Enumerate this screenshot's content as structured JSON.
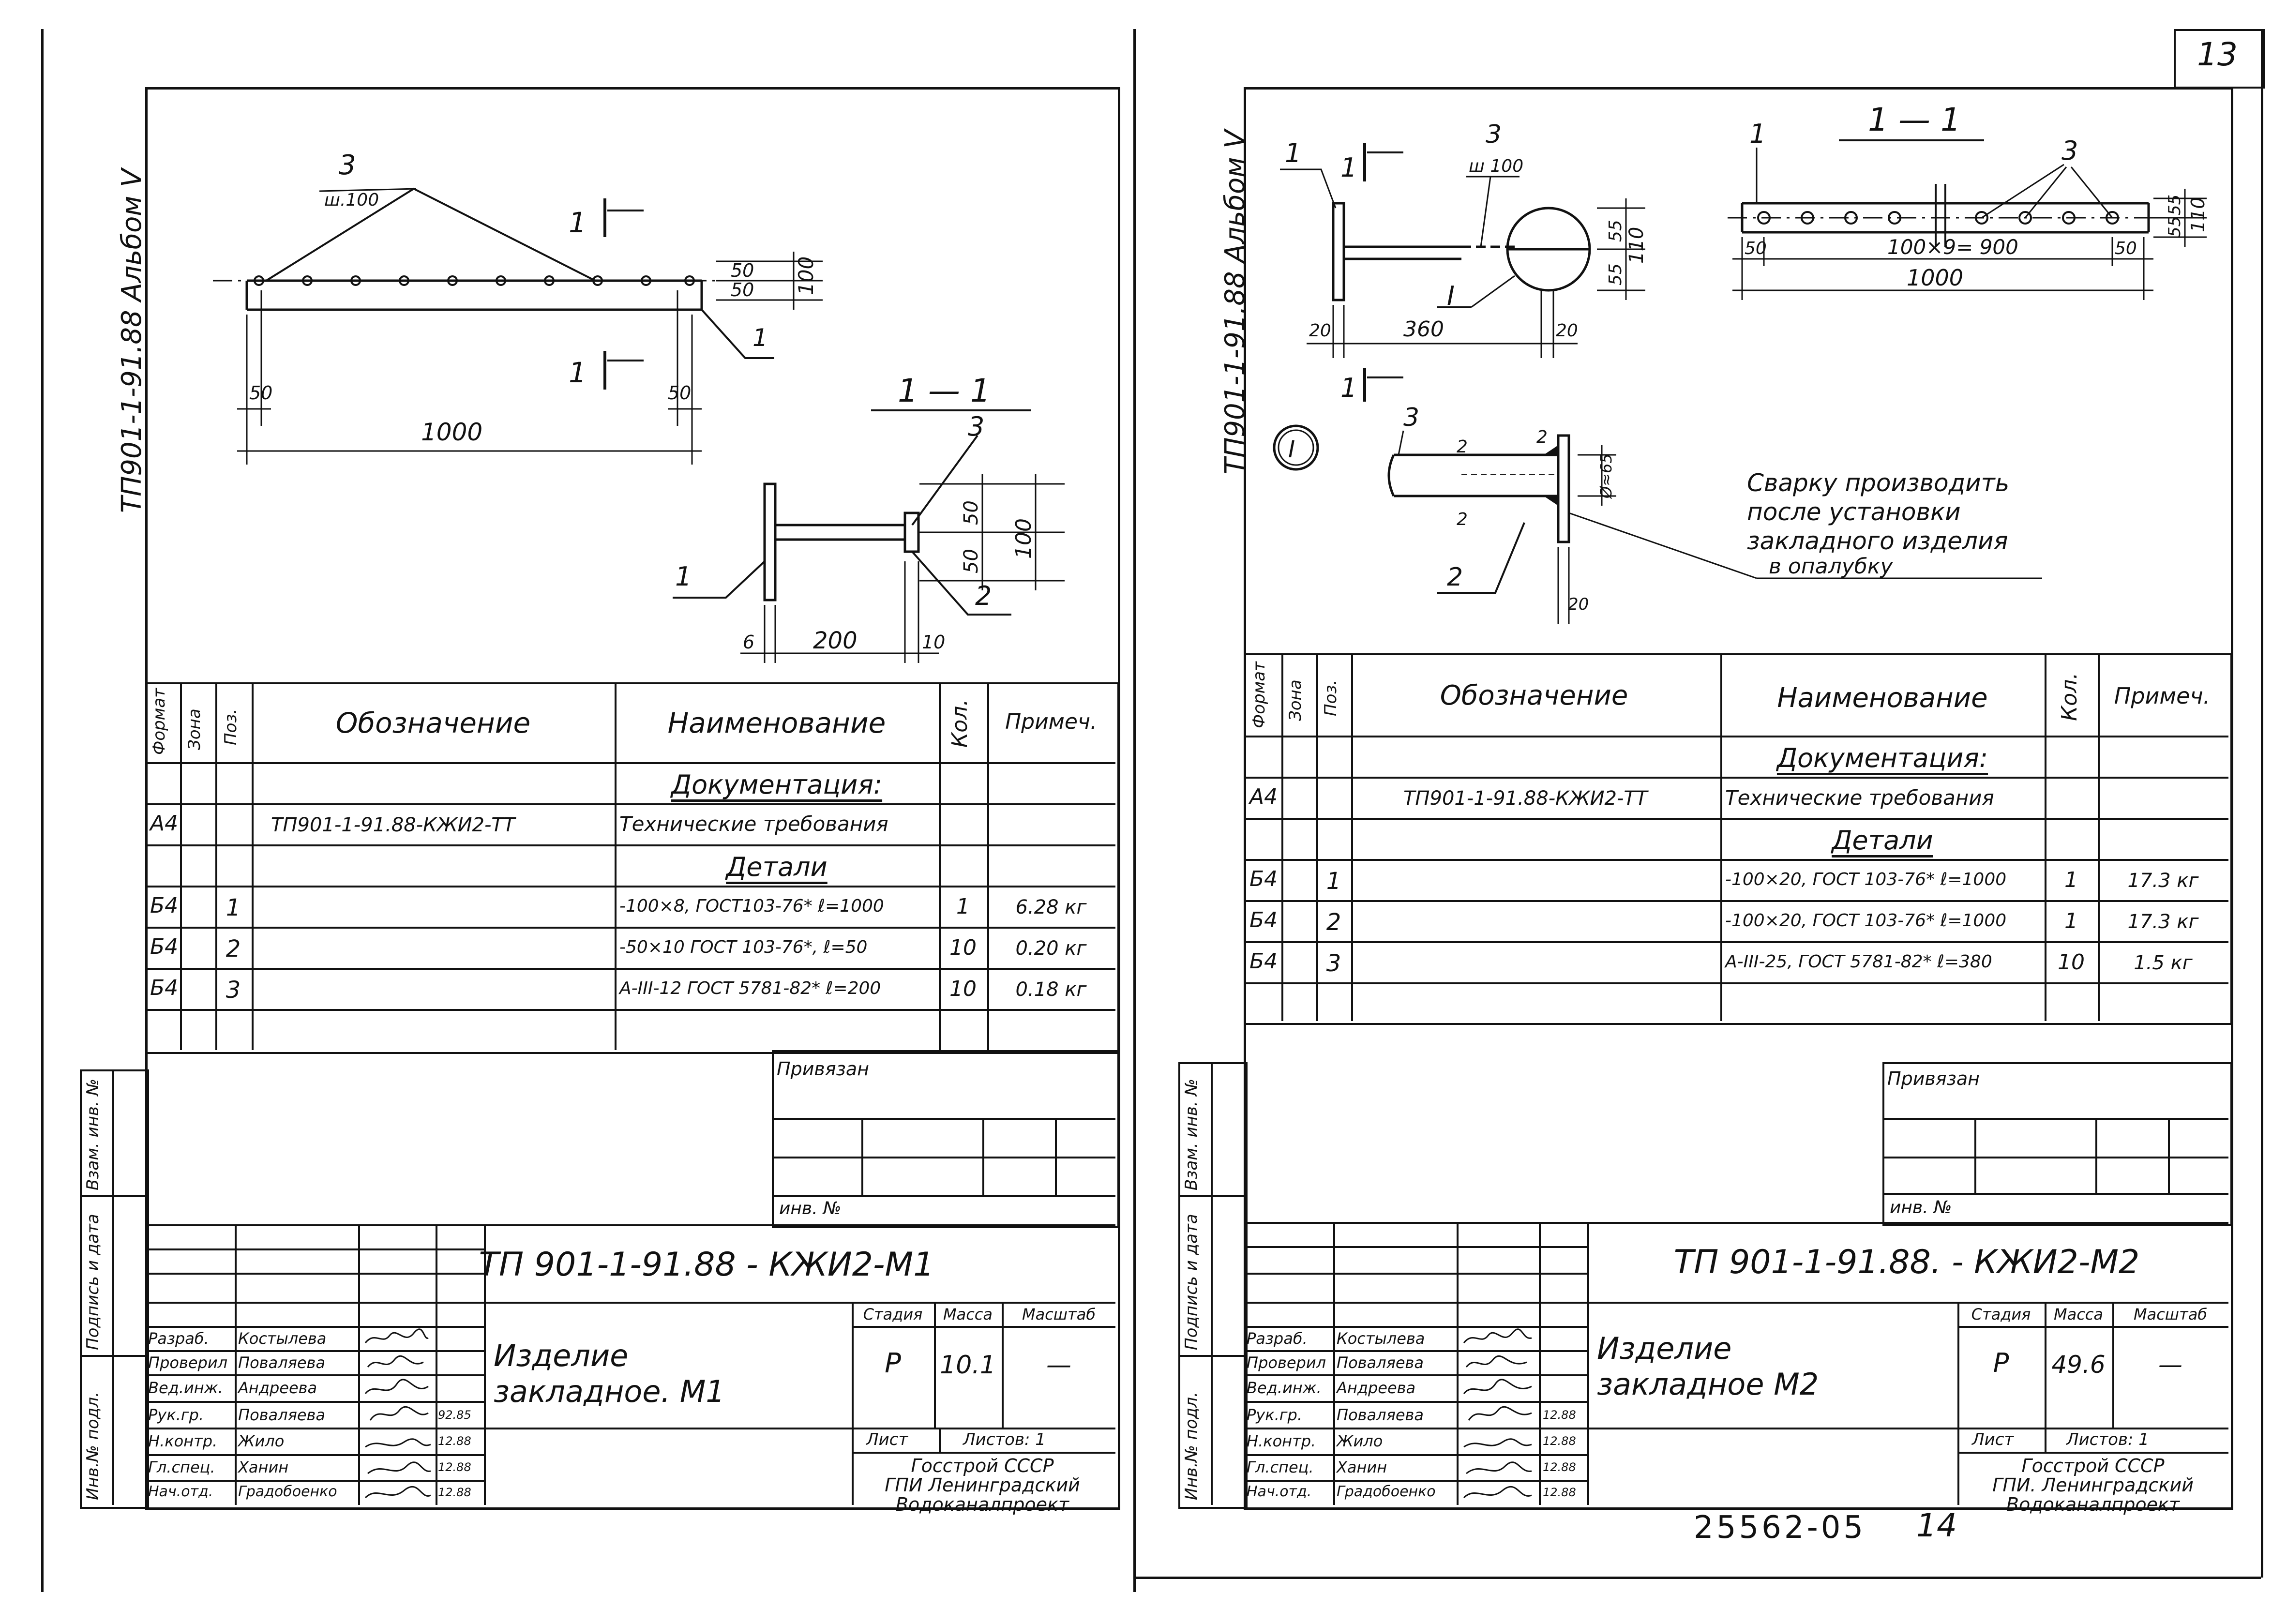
{
  "page_number": "13",
  "album": "ТП901-1-91.88 Альбом V",
  "left_sheet": {
    "code": "ТП 901-1-91.88 - КЖИ2-М1",
    "product": "Изделие закладное. М1",
    "drawing": {
      "section_title": "1 — 1",
      "section_marker": "1",
      "pos3_label": "3",
      "pos3_sub": "ш.100",
      "pos1_label": "1",
      "pos2_label": "2",
      "dim_50a": "50",
      "dim_50b": "50",
      "dim_100": "100",
      "dim_50_left": "50",
      "dim_50_right": "50",
      "dim_1000": "1000",
      "dim_6": "6",
      "dim_200": "200",
      "dim_10": "10"
    },
    "spec": {
      "headers": {
        "format": "Формат",
        "zone": "Зона",
        "pos": "Поз.",
        "designation": "Обозначение",
        "name": "Наименование",
        "qty": "Кол.",
        "note": "Примеч."
      },
      "section_docs": "Документация:",
      "section_parts": "Детали",
      "rows": [
        {
          "format": "А4",
          "pos": "",
          "designation": "ТП901-1-91.88-КЖИ2-ТТ",
          "name": "Технические требования",
          "qty": "",
          "note": ""
        },
        {
          "format": "Б4",
          "pos": "1",
          "designation": "",
          "name": "-100×8, ГОСТ103-76* ℓ=1000",
          "qty": "1",
          "note": "6.28 кг"
        },
        {
          "format": "Б4",
          "pos": "2",
          "designation": "",
          "name": "-50×10 ГОСТ 103-76*, ℓ=50",
          "qty": "10",
          "note": "0.20 кг"
        },
        {
          "format": "Б4",
          "pos": "3",
          "designation": "",
          "name": "А-III-12 ГОСТ 5781-82* ℓ=200",
          "qty": "10",
          "note": "0.18 кг"
        }
      ]
    },
    "privyazan": "Привязан",
    "inv_no": "инв. №",
    "title_block": {
      "stage_h": "Стадия",
      "mass_h": "Масса",
      "scale_h": "Масштаб",
      "stage": "Р",
      "mass": "10.1",
      "scale": "—",
      "sheet_h": "Лист",
      "sheets_h": "Листов: 1",
      "org": [
        "Госстрой СССР",
        "ГПИ Ленинградский",
        "Водоканалпроект"
      ],
      "people": [
        {
          "role": "Разраб.",
          "name": "Костылева",
          "date": ""
        },
        {
          "role": "Проверил",
          "name": "Поваляева",
          "date": ""
        },
        {
          "role": "Вед.инж.",
          "name": "Андреева",
          "date": ""
        },
        {
          "role": "Рук.гр.",
          "name": "Поваляева",
          "date": "92.85"
        },
        {
          "role": "Н.контр.",
          "name": "Жило",
          "date": "12.88"
        },
        {
          "role": "Гл.спец.",
          "name": "Ханин",
          "date": "12.88"
        },
        {
          "role": "Нач.отд.",
          "name": "Градобоенко",
          "date": "12.88"
        }
      ]
    },
    "side_stamps": [
      "Взам. инв. №",
      "Подпись и дата",
      "Инв.№ подл."
    ]
  },
  "right_sheet": {
    "code": "ТП 901-1-91.88. - КЖИ2-М2",
    "product": "Изделие закладное М2",
    "drawing": {
      "section_title": "1 — 1",
      "section_marker": "1",
      "pos3_label": "3",
      "pos3_sub": "ш 100",
      "pos1_label": "1",
      "pos2_label": "2",
      "node_label": "I",
      "dim_55a": "55",
      "dim_55b": "55",
      "dim_110": "110",
      "dim_20a": "20",
      "dim_360": "360",
      "dim_20b": "20",
      "dim_50": "50",
      "dim_100x9": "100×9= 900",
      "dim_50b": "50",
      "dim_1000": "1000",
      "dim_2a": "2",
      "dim_2b": "2",
      "dim_2c": "2",
      "dim_phi": "Ø≈65",
      "dim_20c": "20",
      "note": [
        "Сварку производить",
        "после установки",
        "закладного изделия",
        "в опалубку"
      ]
    },
    "spec": {
      "headers": {
        "format": "Формат",
        "zone": "Зона",
        "pos": "Поз.",
        "designation": "Обозначение",
        "name": "Наименование",
        "qty": "Кол.",
        "note": "Примеч."
      },
      "section_docs": "Документация:",
      "section_parts": "Детали",
      "rows": [
        {
          "format": "А4",
          "pos": "",
          "designation": "ТП901-1-91.88-КЖИ2-ТТ",
          "name": "Технические требования",
          "qty": "",
          "note": ""
        },
        {
          "format": "Б4",
          "pos": "1",
          "designation": "",
          "name": "-100×20, ГОСТ 103-76* ℓ=1000",
          "qty": "1",
          "note": "17.3 кг"
        },
        {
          "format": "Б4",
          "pos": "2",
          "designation": "",
          "name": "-100×20, ГОСТ 103-76* ℓ=1000",
          "qty": "1",
          "note": "17.3 кг"
        },
        {
          "format": "Б4",
          "pos": "3",
          "designation": "",
          "name": "А-III-25, ГОСТ 5781-82* ℓ=380",
          "qty": "10",
          "note": "1.5 кг"
        }
      ]
    },
    "privyazan": "Привязан",
    "inv_no": "инв. №",
    "title_block": {
      "stage_h": "Стадия",
      "mass_h": "Масса",
      "scale_h": "Масштаб",
      "stage": "Р",
      "mass": "49.6",
      "scale": "—",
      "sheet_h": "Лист",
      "sheets_h": "Листов: 1",
      "org": [
        "Госстрой СССР",
        "ГПИ. Ленинградский",
        "Водоканалпроект"
      ],
      "people": [
        {
          "role": "Разраб.",
          "name": "Костылева",
          "date": ""
        },
        {
          "role": "Проверил",
          "name": "Поваляева",
          "date": ""
        },
        {
          "role": "Вед.инж.",
          "name": "Андреева",
          "date": ""
        },
        {
          "role": "Рук.гр.",
          "name": "Поваляева",
          "date": "12.88"
        },
        {
          "role": "Н.контр.",
          "name": "Жило",
          "date": "12.88"
        },
        {
          "role": "Гл.спец.",
          "name": "Ханин",
          "date": "12.88"
        },
        {
          "role": "Нач.отд.",
          "name": "Градобоенко",
          "date": "12.88"
        }
      ]
    },
    "side_stamps": [
      "Взам. инв. №",
      "Подпись и дата",
      "Инв.№ подл."
    ]
  },
  "bottom_number": "25562-05",
  "bottom_page": "14"
}
